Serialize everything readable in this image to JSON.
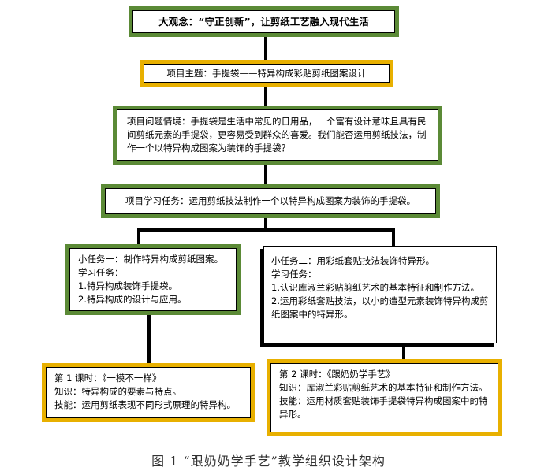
{
  "big_idea": "大观念：“守正创新”，让剪纸工艺融入现代生活",
  "project_theme": "项目主题：手提袋——特异构成彩贴剪纸图案设计",
  "problem_context": "项目问题情境：手提袋是生活中常见的日用品，一个富有设计意味且具有民间剪纸元素的手提袋，更容易受到群众的喜爱。我们能否运用剪纸技法，制作一个以特异构成图案为装饰的手提袋？",
  "learning_task": "项目学习任务：运用剪纸技法制作一个以特异构成图案为装饰的手提袋。",
  "subtask1": {
    "title": "小任务一：制作特异构成剪纸图案。",
    "heading": "学习任务：",
    "items": [
      "1.特异构成装饰手提袋。",
      "2.特异构成的设计与应用。"
    ]
  },
  "subtask2": {
    "title": "小任务二：用彩纸套贴技法装饰特异形。",
    "heading": "学习任务：",
    "items": [
      "1.认识库淑兰彩贴剪纸艺术的基本特征和制作方法。",
      "2.运用彩纸套贴技法，以小的造型元素装饰特异构成剪纸图案中的特异形。"
    ]
  },
  "lesson1": {
    "title": "第 1 课时：《一模不一样》",
    "knowledge": "知识：特异构成的要素与特点。",
    "skill": "技能：运用剪纸表现不同形式原理的特异构。"
  },
  "lesson2": {
    "title": "第 2 课时：《跟奶奶学手艺》",
    "knowledge": "知识：库淑兰彩贴剪纸艺术的基本特征和制作方法。",
    "skill": "技能：运用材质套贴装饰手提袋特异构成图案中的特异形。"
  },
  "caption": "图 1 “跟奶奶学手艺”教学组织设计架构"
}
